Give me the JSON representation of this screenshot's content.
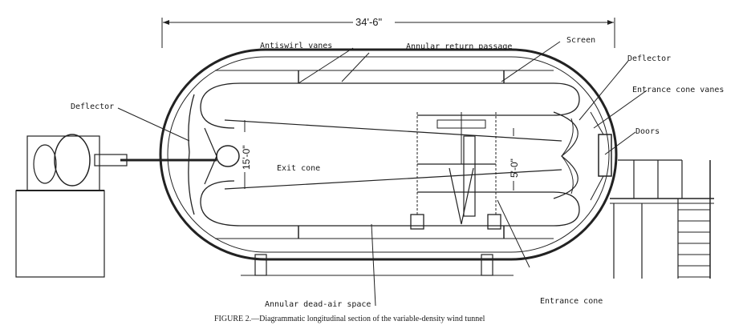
{
  "dimensions": {
    "overall_length": "34'-6\"",
    "diameter": "15'-0\"",
    "test_section": "5'-0\""
  },
  "labels": {
    "antiswirl_vanes": "Antiswirl vanes",
    "annular_return_passage": "Annular return passage",
    "screen": "Screen",
    "deflector_right": "Deflector",
    "entrance_cone_vanes": "Entrance cone vanes",
    "deflector_left": "Deflector",
    "doors": "Doors",
    "exit_cone": "Exit cone",
    "annular_dead_air_space": "Annular dead-air space",
    "entrance_cone": "Entrance cone"
  },
  "caption": "FIGURE 2.—Diagrammatic longitudinal section of the variable-density wind tunnel"
}
